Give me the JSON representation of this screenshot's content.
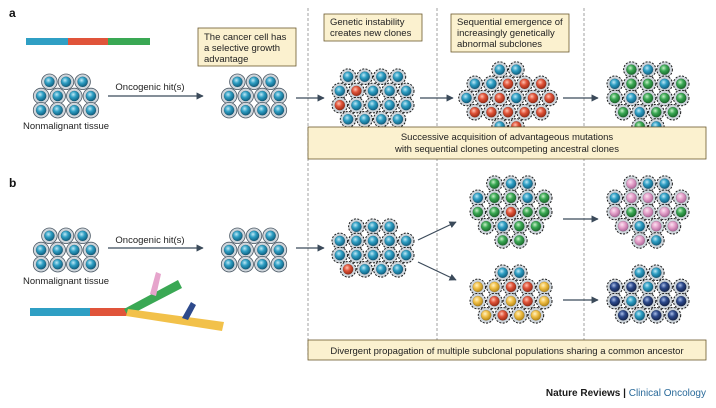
{
  "panels": {
    "a": "a",
    "b": "b"
  },
  "labels": {
    "normal_a": "Nonmalignant tissue",
    "normal_b": "Nonmalignant tissue",
    "hit_a": "Oncogenic hit(s)",
    "hit_b": "Oncogenic hit(s)"
  },
  "boxes": {
    "selective": [
      "The cancer cell has",
      "a selective growth",
      "advantage"
    ],
    "instability": [
      "Genetic instability",
      "creates new clones"
    ],
    "sequential": [
      "Sequential emergence of",
      "increasingly genetically",
      "abnormal subclones"
    ],
    "successive": [
      "Successive acquisition of advantageous mutations",
      "with sequential clones outcompeting ancestral clones"
    ],
    "divergent": [
      "Divergent propagation of multiple subclonal populations sharing a common ancestor"
    ]
  },
  "brand": {
    "journal": "Nature Reviews",
    "sep": " | ",
    "section": "Clinical Oncology"
  },
  "colors": {
    "blue": "#2f9fc4",
    "red": "#e0543a",
    "green": "#3aa854",
    "pink": "#e6a4cc",
    "yellow": "#f2c14a",
    "navy": "#2d4a8c",
    "box_fill": "#fbf1cf",
    "arrow": "#3b4a5a"
  },
  "cells": {
    "normal": "BBBBBBBBBBB",
    "a_hit": "BBBBBBBBBBB",
    "a_instab": "BBBBBRBBBRBBBBBBBB",
    "a_seq": "BBBBRRRBRRBRRRRRRRBR",
    "a_final": "GBGBGGBGGBGGGGBGGGB",
    "b_hit": "BBBBBBBBBBB",
    "b_instab": "BBBBBBBBBBBBBRBBB",
    "b_upper": "GBBBGGBGGGRGGGBGGGG",
    "b_lower": "BBYYRRYYRYRYYRYY",
    "b_upper_final": "PBBBPPBPPGPPGPBPPPB",
    "b_lower_final": "BBNNBNNNBNNNNBNN"
  }
}
